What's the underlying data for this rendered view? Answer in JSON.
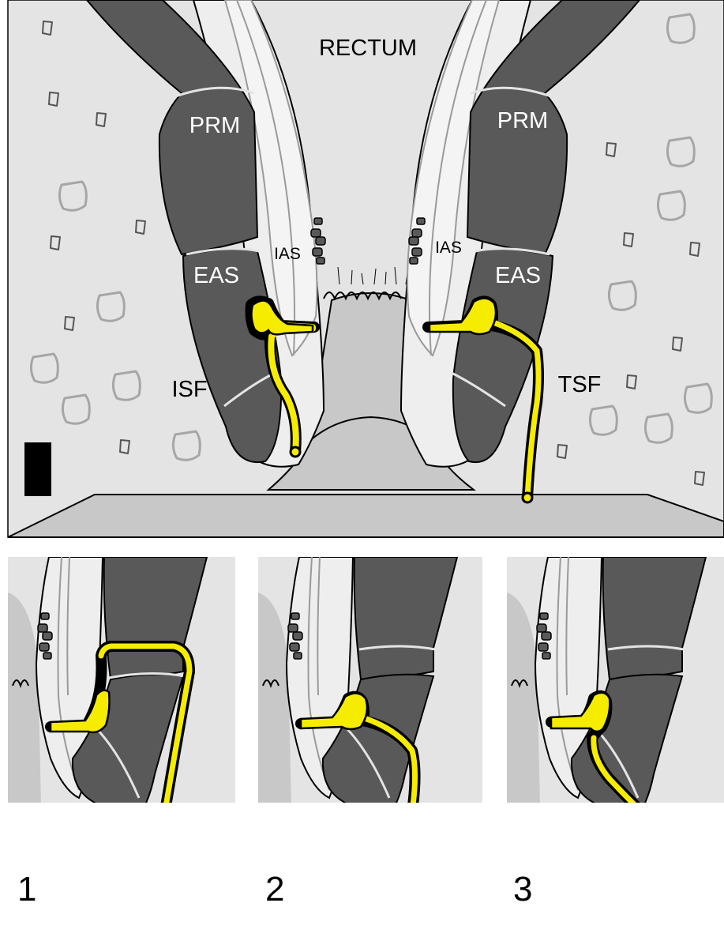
{
  "labels": {
    "rectum": "RECTUM",
    "prm": "PRM",
    "eas": "EAS",
    "ias": "IAS",
    "isf": "ISF",
    "tsf": "TSF"
  },
  "panels": [
    "1",
    "2",
    "3"
  ],
  "colors": {
    "background": "#e4e4e4",
    "muscle": "#595959",
    "ias": "#ececec",
    "skin": "#c8c8c8",
    "fistula": "#f5ec00",
    "outline": "#000000",
    "fat_cell": "#a6a6a6"
  }
}
